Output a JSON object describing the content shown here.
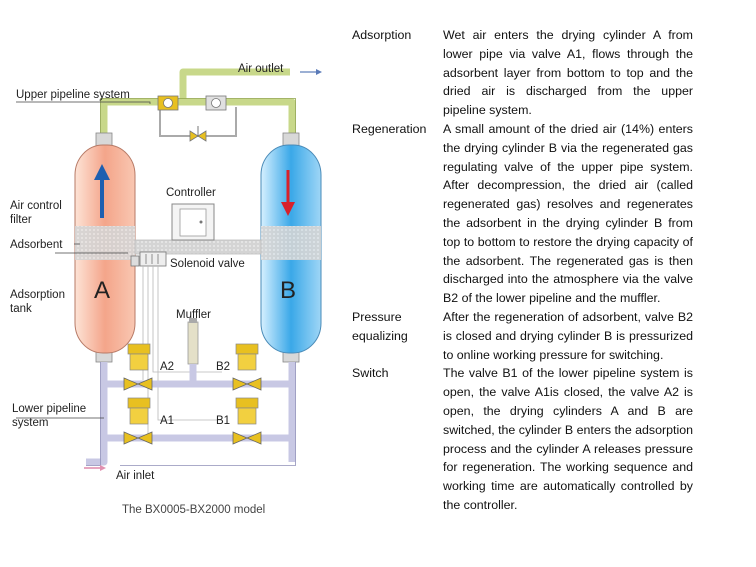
{
  "diagram": {
    "labels": {
      "air_outlet": "Air outlet",
      "upper_pipeline": "Upper pipeline system",
      "controller": "Controller",
      "air_control_filter_1": "Air control",
      "air_control_filter_2": "filter",
      "adsorbent": "Adsorbent",
      "solenoid_valve": "Solenoid valve",
      "adsorption_tank_1": "Adsorption",
      "adsorption_tank_2": "tank",
      "tank_a": "A",
      "tank_b": "B",
      "muffler": "Muffler",
      "valve_a2": "A2",
      "valve_b2": "B2",
      "valve_a1": "A1",
      "valve_b1": "B1",
      "lower_pipeline_1": "Lower pipeline",
      "lower_pipeline_2": "system",
      "air_inlet": "Air inlet",
      "caption": "The BX0005-BX2000 model"
    },
    "colors": {
      "tank_a": "#f4a58a",
      "tank_b": "#3aa8e8",
      "upper_pipe": "#c8d88a",
      "lower_pipe": "#c8c8e4",
      "arrow_up": "#1e5fb0",
      "arrow_down": "#d8202a",
      "valve": "#e8c020"
    }
  },
  "steps": [
    {
      "term": "Adsorption",
      "text": "Wet air enters the drying cylinder A from lower pipe via valve A1, flows through the adsorbent layer from bottom to top and the dried air is discharged from the upper pipeline system."
    },
    {
      "term": "Regeneration",
      "text": "A small amount of the dried air (14%) enters the drying cylinder B via the regenerated gas regulating valve of the upper pipe system. After decompression, the dried air (called regenerated gas) resolves and regenerates the adsorbent in the drying cylinder B from top to bottom to restore the drying capacity of the adsorbent. The regenerated gas is then discharged into the atmosphere via the valve B2 of the lower pipeline and the muffler."
    },
    {
      "term": "Pressure equalizing",
      "text": "After the regeneration of adsorbent, valve B2 is closed and drying cylinder B is pressurized to online working pressure for switching."
    },
    {
      "term": "Switch",
      "text": "The valve B1 of the lower pipeline system is open, the valve A1is closed, the valve A2 is open, the drying cylinders A and B are switched, the cylinder B enters the adsorption process and the cylinder A releases pressure for regeneration. The working sequence and working time are automatically controlled by the controller."
    }
  ]
}
